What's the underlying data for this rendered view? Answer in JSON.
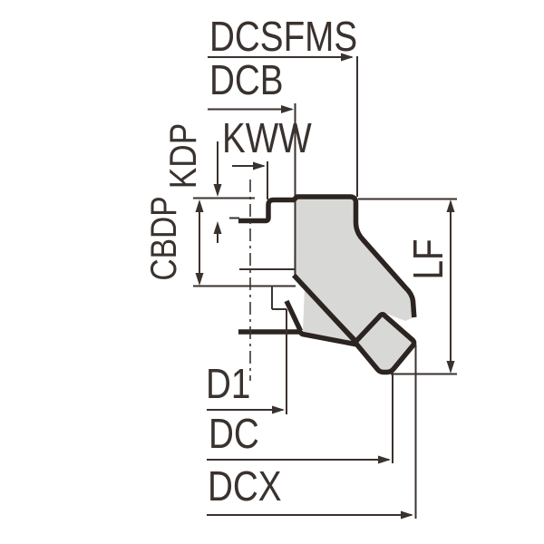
{
  "diagram": {
    "title_note": "milling cutter cross-section dimension drawing",
    "labels": {
      "dcsfms": "DCSFMS",
      "dcb": "DCB",
      "kww": "KWW",
      "kdp": "KDP",
      "cbdp": "CBDP",
      "lf": "LF",
      "d1": "D1",
      "dc": "DC",
      "dcx": "DCX"
    },
    "colors": {
      "line": "#3a322e",
      "outline": "#2b2420",
      "gray": "#d8d8d6",
      "bg": "#ffffff"
    }
  }
}
